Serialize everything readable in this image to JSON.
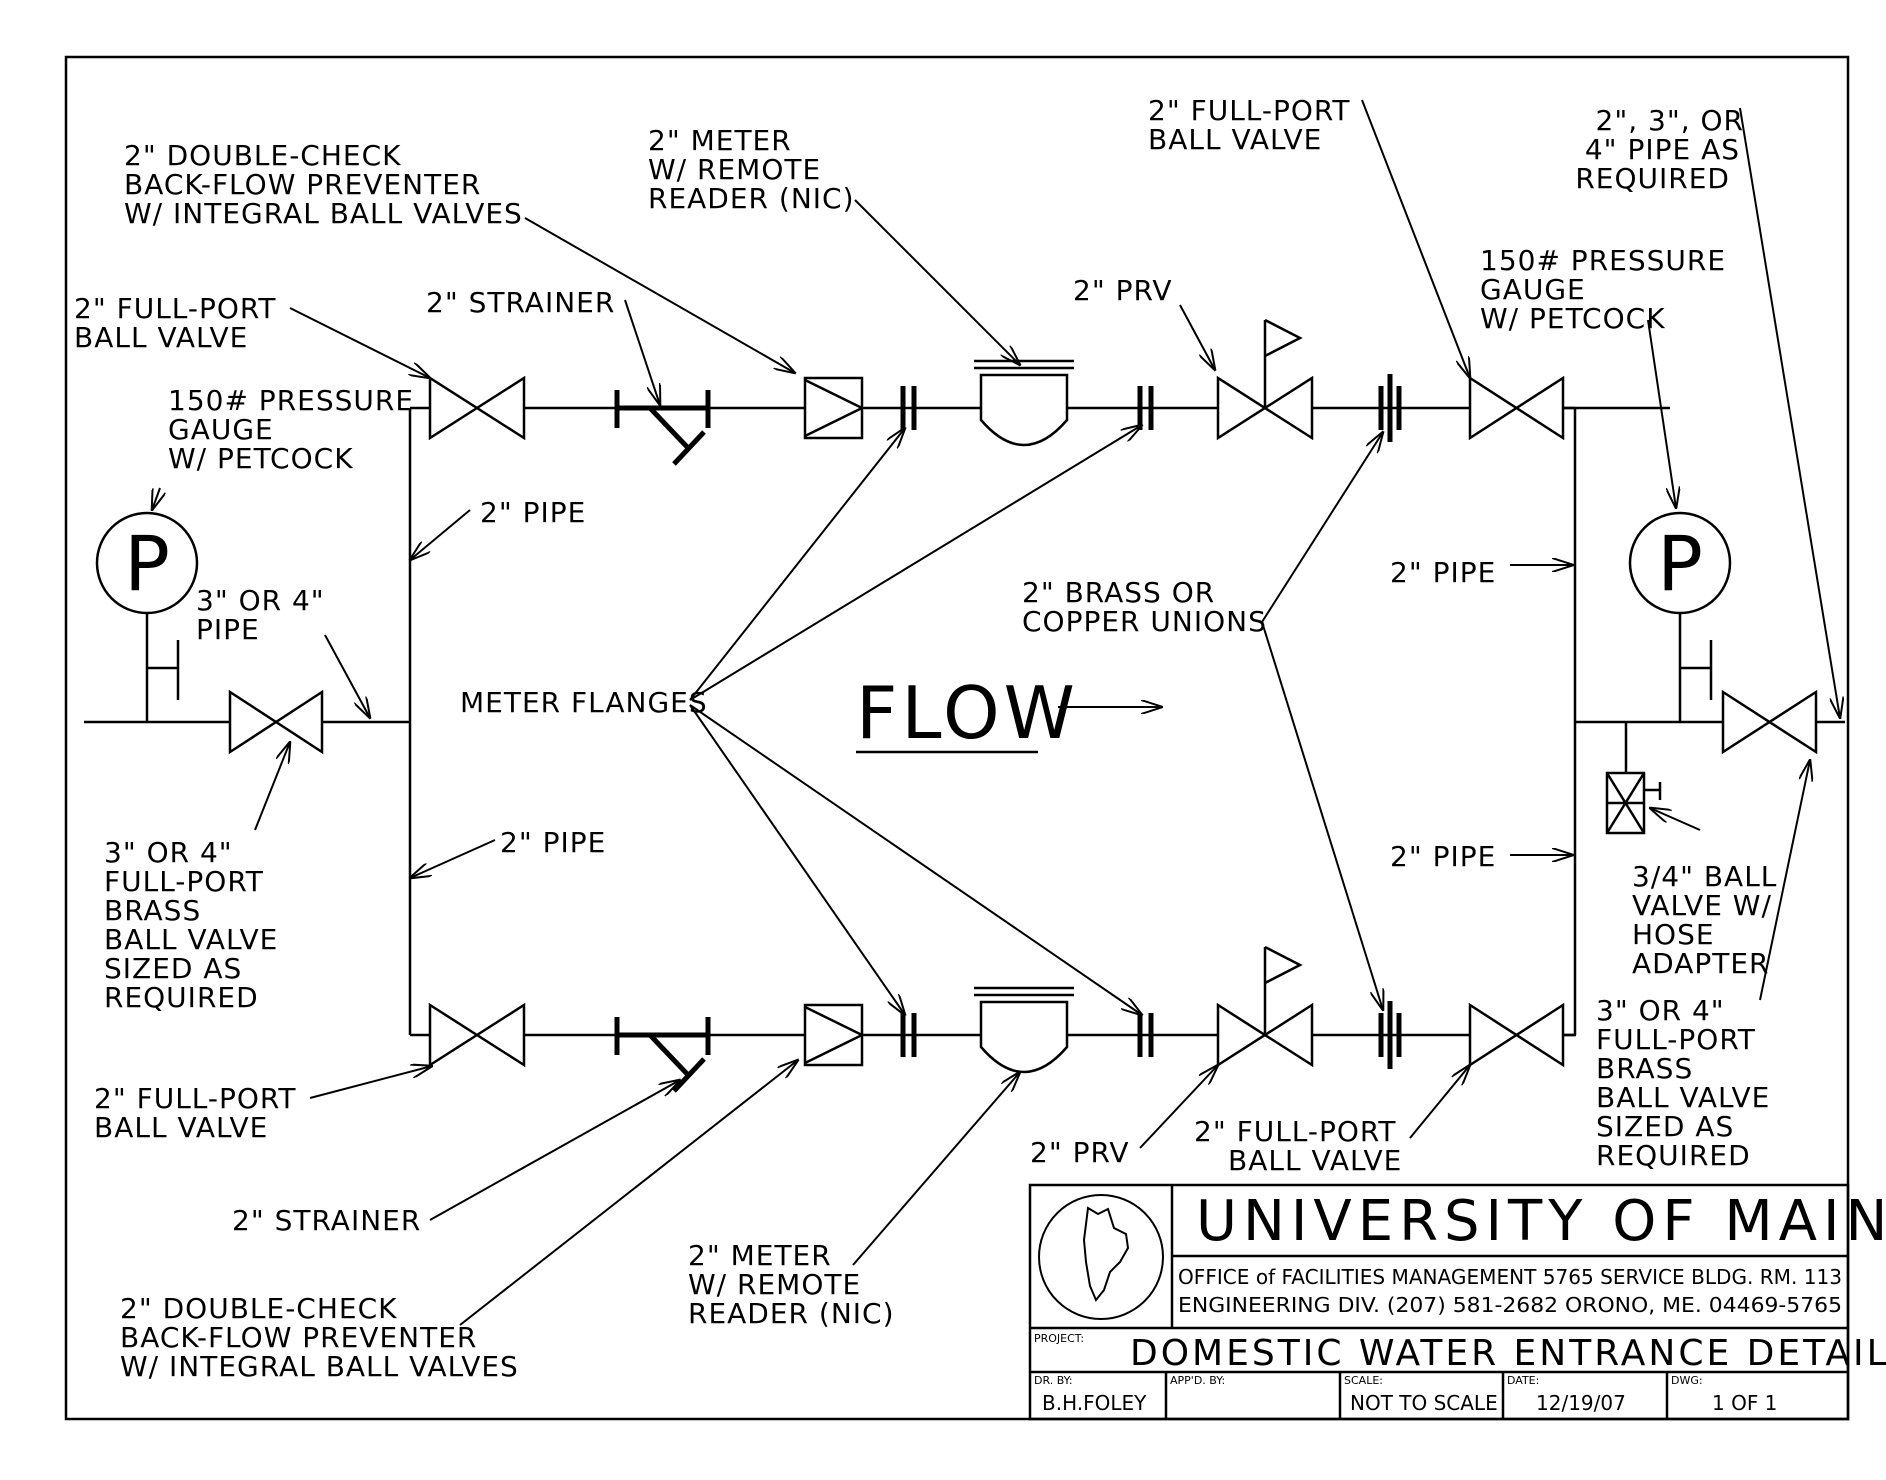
{
  "labels": {
    "dcv_top": [
      "2\" DOUBLE-CHECK",
      "BACK-FLOW PREVENTER",
      "W/ INTEGRAL BALL VALVES"
    ],
    "meter_top": [
      "2\" METER",
      "W/ REMOTE",
      "READER (NIC)"
    ],
    "fpbv_top_right": [
      "2\" FULL-PORT",
      "BALL VALVE"
    ],
    "pipe_as_required": [
      "2\", 3\", OR",
      "4\" PIPE AS",
      "REQUIRED"
    ],
    "fpbv_top_left": [
      "2\" FULL-PORT",
      "BALL VALVE"
    ],
    "strainer_top": "2\" STRAINER",
    "prv_top": "2\" PRV",
    "gauge_right": [
      "150# PRESSURE",
      "GAUGE",
      "W/ PETCOCK"
    ],
    "gauge_left": [
      "150# PRESSURE",
      "GAUGE",
      "W/ PETCOCK"
    ],
    "pipe_left_top": "2\" PIPE",
    "pipe_3or4": [
      "3\" OR 4\"",
      "PIPE"
    ],
    "unions": [
      "2\" BRASS OR",
      "COPPER UNIONS"
    ],
    "pipe_right_top": "2\" PIPE",
    "meter_flanges": "METER FLANGES",
    "flow": "FLOW",
    "pipe_left_bottom": "2\" PIPE",
    "pipe_right_bottom": "2\" PIPE",
    "bv_left": [
      "3\" OR 4\"",
      "FULL-PORT",
      "BRASS",
      "BALL VALVE",
      "SIZED AS",
      "REQUIRED"
    ],
    "hose_valve": [
      "3/4\" BALL",
      "VALVE W/",
      "HOSE",
      "ADAPTER"
    ],
    "bv_right": [
      "3\" OR 4\"",
      "FULL-PORT",
      "BRASS",
      "BALL VALVE",
      "SIZED AS",
      "REQUIRED"
    ],
    "fpbv_bottom_left": [
      "2\" FULL-PORT",
      "BALL VALVE"
    ],
    "prv_bottom": "2\" PRV",
    "fpbv_bottom_right": [
      "2\" FULL-PORT",
      "BALL VALVE"
    ],
    "strainer_bottom": "2\" STRAINER",
    "meter_bottom": [
      "2\" METER",
      "W/ REMOTE",
      "READER (NIC)"
    ],
    "dcv_bottom": [
      "2\" DOUBLE-CHECK",
      "BACK-FLOW PREVENTER",
      "W/ INTEGRAL BALL VALVES"
    ],
    "gauge_symbol": "P"
  },
  "title_block": {
    "university": "UNIVERSITY OF MAINE",
    "office_line1": "OFFICE of FACILITIES MANAGEMENT  5765 SERVICE BLDG. RM. 113",
    "office_line2": "ENGINEERING DIV. (207) 581-2682    ORONO, ME.  04469-5765",
    "project_label": "PROJECT:",
    "project": "DOMESTIC WATER ENTRANCE DETAIL",
    "dr_by_label": "DR. BY:",
    "dr_by": "B.H.FOLEY",
    "appd_label": "APP'D. BY:",
    "appd": "",
    "scale_label": "SCALE:",
    "scale": "NOT TO SCALE",
    "date_label": "DATE:",
    "date": "12/19/07",
    "dwg_label": "DWG:",
    "dwg": "1 OF 1"
  }
}
